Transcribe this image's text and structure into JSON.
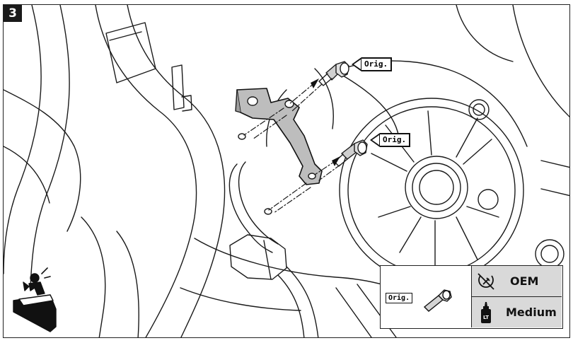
{
  "step": {
    "number": "3"
  },
  "callouts": {
    "top": "Orig.",
    "middle": "Orig."
  },
  "legend": {
    "bolt_label": "Orig.",
    "torque_value": "OEM",
    "threadlock_value": "Medium",
    "threadlock_bottle_text": "LT"
  },
  "icons": {
    "torque": "torque-wrench-icon",
    "threadlock": "threadlocker-bottle-icon",
    "mechanic": "mechanic-workshop-icon"
  }
}
